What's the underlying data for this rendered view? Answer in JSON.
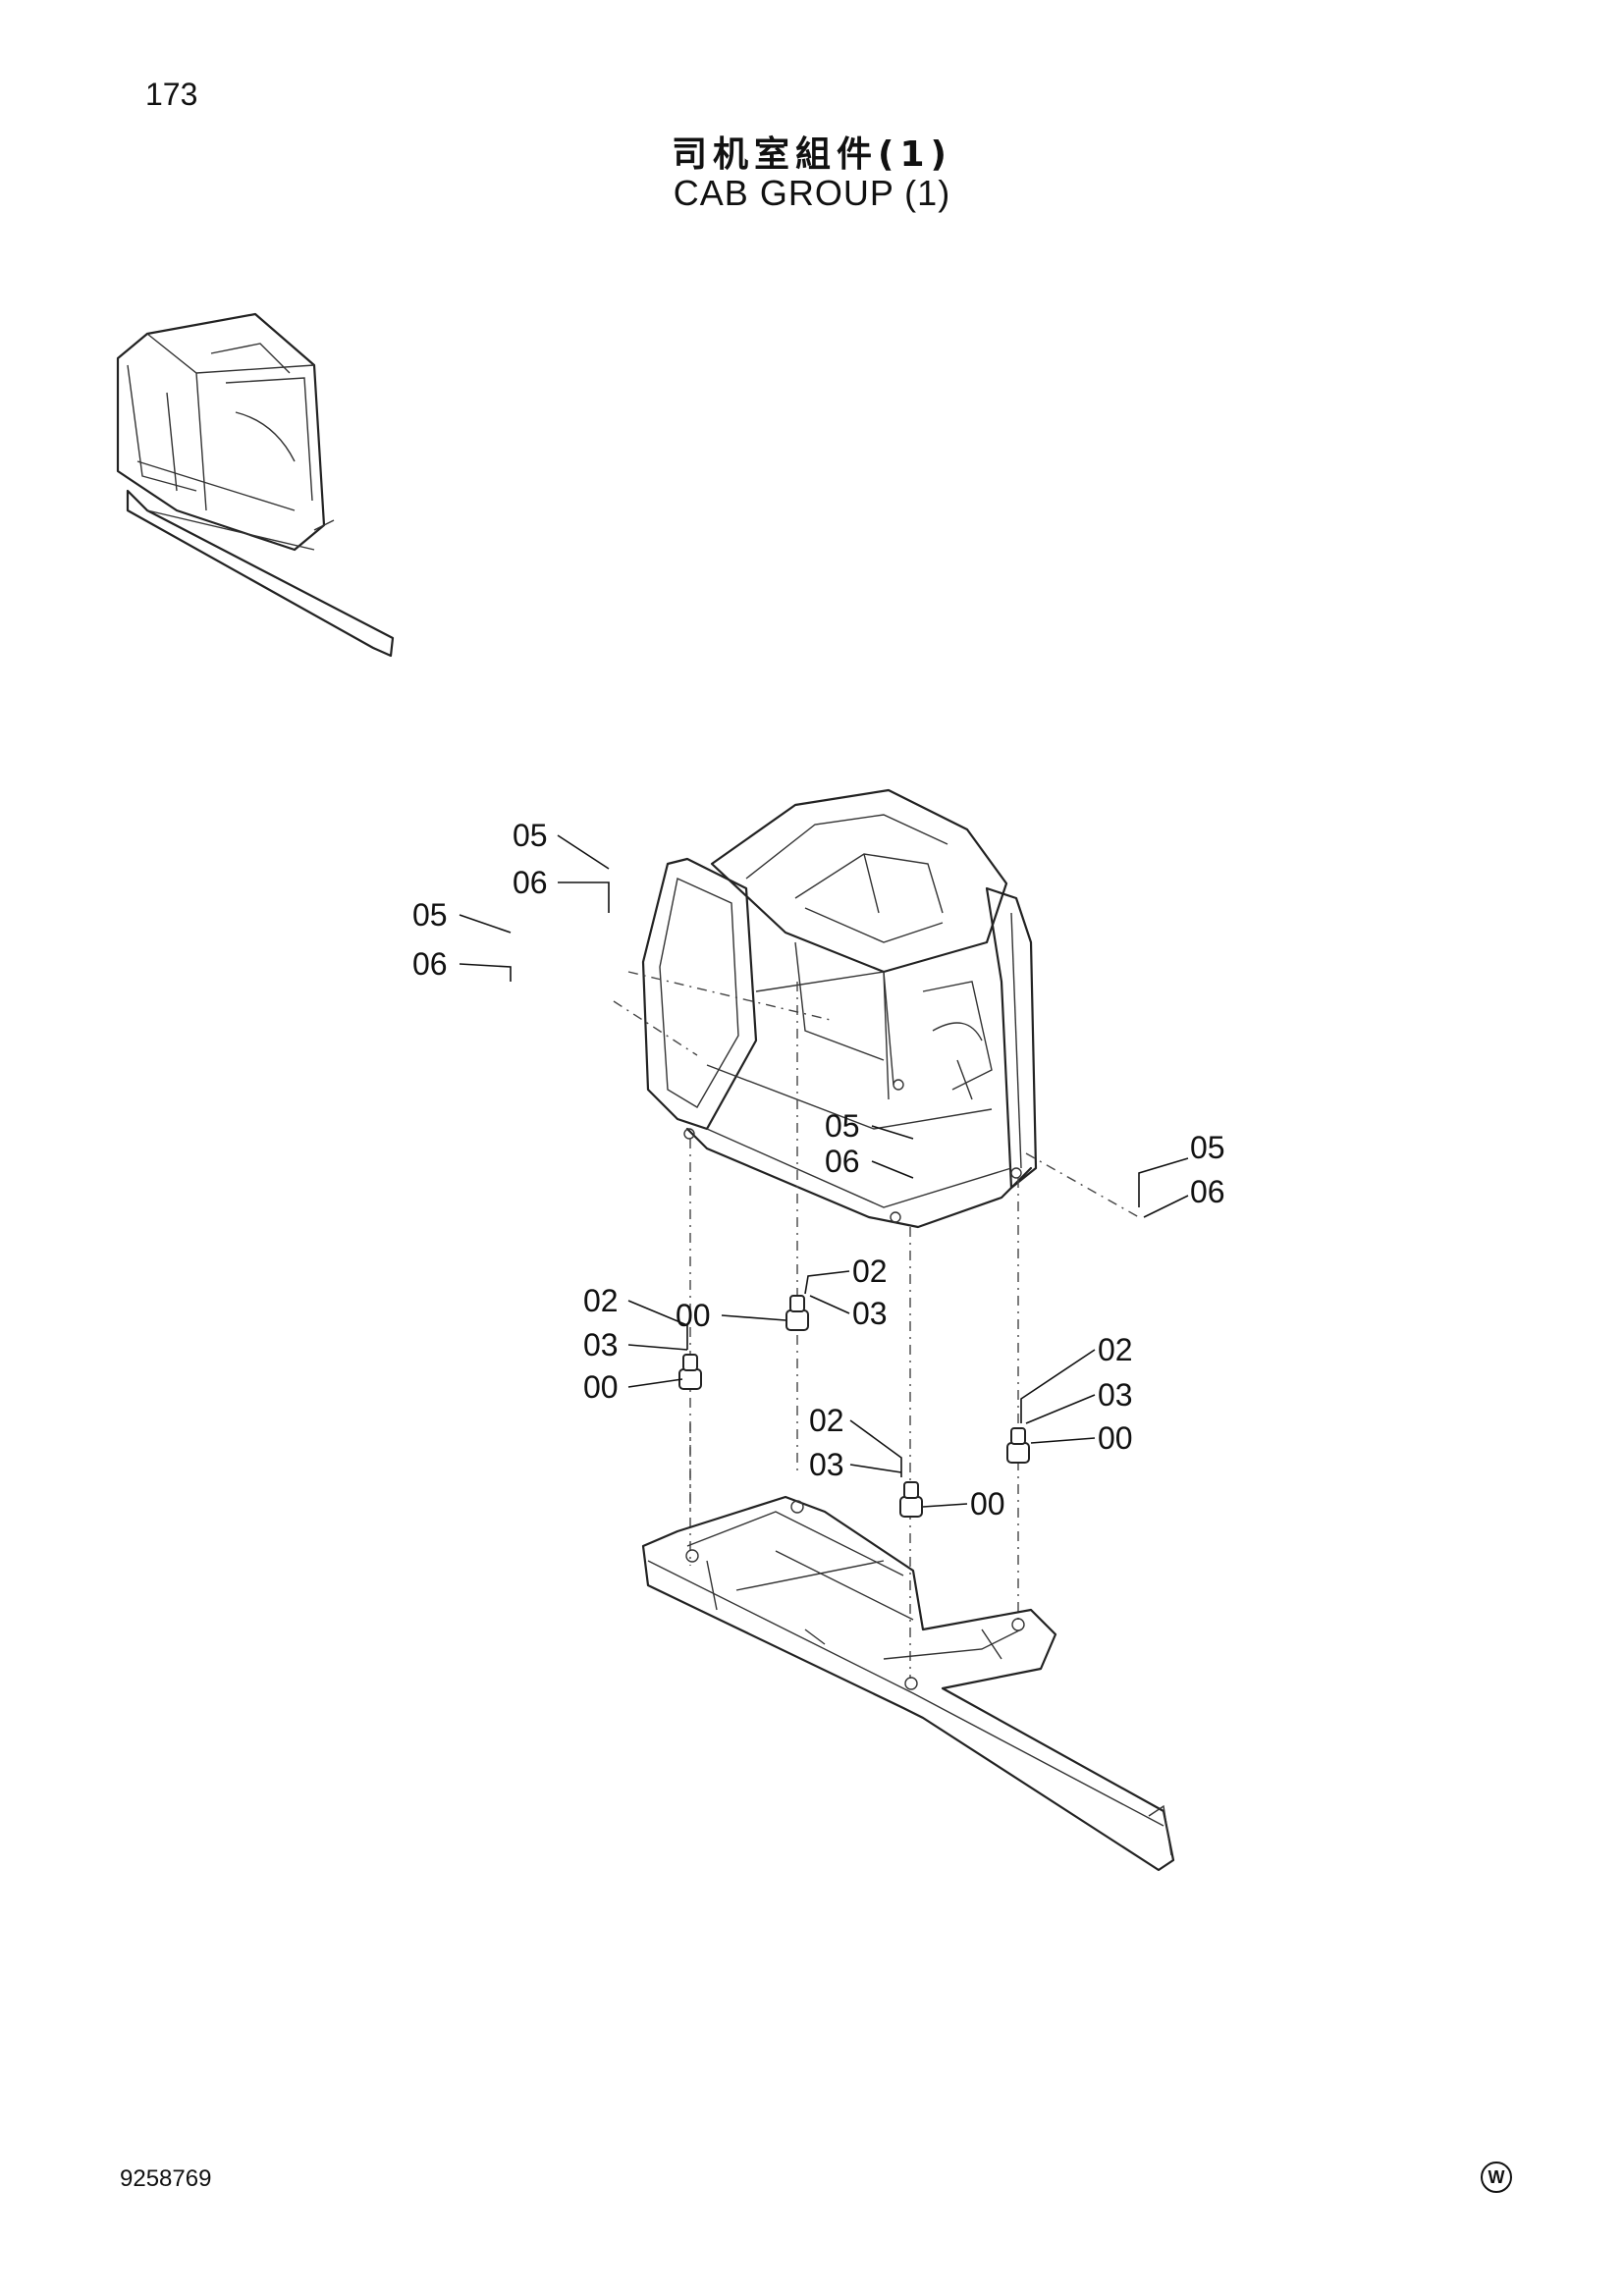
{
  "header": {
    "page_number": "173",
    "title_cn": "司机室組件(1)",
    "title_en": "CAB GROUP (1)"
  },
  "callouts": {
    "c1": "05",
    "c2": "06",
    "c3": "05",
    "c4": "06",
    "c5": "05",
    "c6": "06",
    "c7": "05",
    "c8": "06",
    "c9": "02",
    "c10": "00",
    "c11": "03",
    "c12": "02",
    "c13": "03",
    "c14": "00",
    "c15": "02",
    "c16": "03",
    "c17": "00",
    "c18": "02",
    "c19": "03",
    "c20": "00"
  },
  "footer": {
    "doc_number": "9258769",
    "brand_mark": "W"
  }
}
